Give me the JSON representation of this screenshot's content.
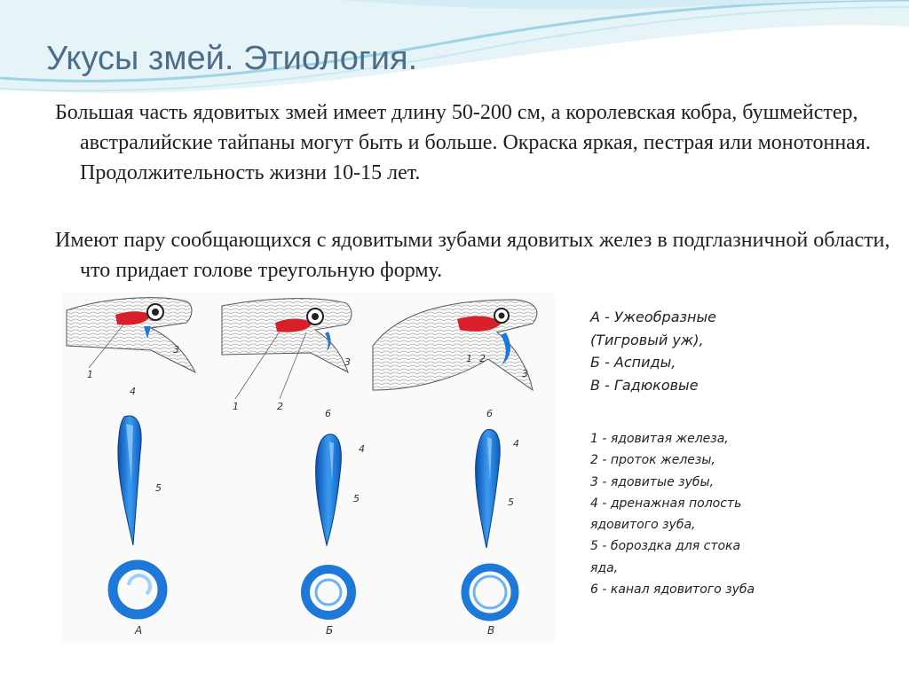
{
  "title": "Укусы змей. Этиология.",
  "paragraphs": [
    "Большая часть ядовитых змей имеет длину 50-200 см, а королевская кобра, бушмейстер, австралийские тайпаны могут быть и больше. Окраска яркая, пестрая или монотонная. Продолжительность жизни 10-15 лет.",
    "Имеют пару сообщающихся с ядовитыми зубами ядовитых желез в подглазничной области, что придает голове треугольную форму."
  ],
  "caption_groups": [
    "А - Ужеобразные",
    "(Тигровый уж),",
    "Б - Аспиды,",
    "В - Гадюковые"
  ],
  "legend_items": [
    "1 - ядовитая железа,",
    " 2 - проток железы,",
    " 3 - ядовитые зубы,",
    " 4 - дренажная полость",
    "ядовитого зуба,",
    "5 - бороздка для стока",
    "яда,",
    "6 - канал ядовитого зуба"
  ],
  "figure": {
    "panel_letters": [
      "А",
      "Б",
      "В"
    ],
    "labels": {
      "n1": "1",
      "n2": "2",
      "n3": "3",
      "n4": "4",
      "n5": "5",
      "n6": "6"
    }
  },
  "colors": {
    "title": "#4a6d8b",
    "gland": "#d8202a",
    "tooth": "#1e78d8",
    "wave": "#bfe3ee"
  }
}
